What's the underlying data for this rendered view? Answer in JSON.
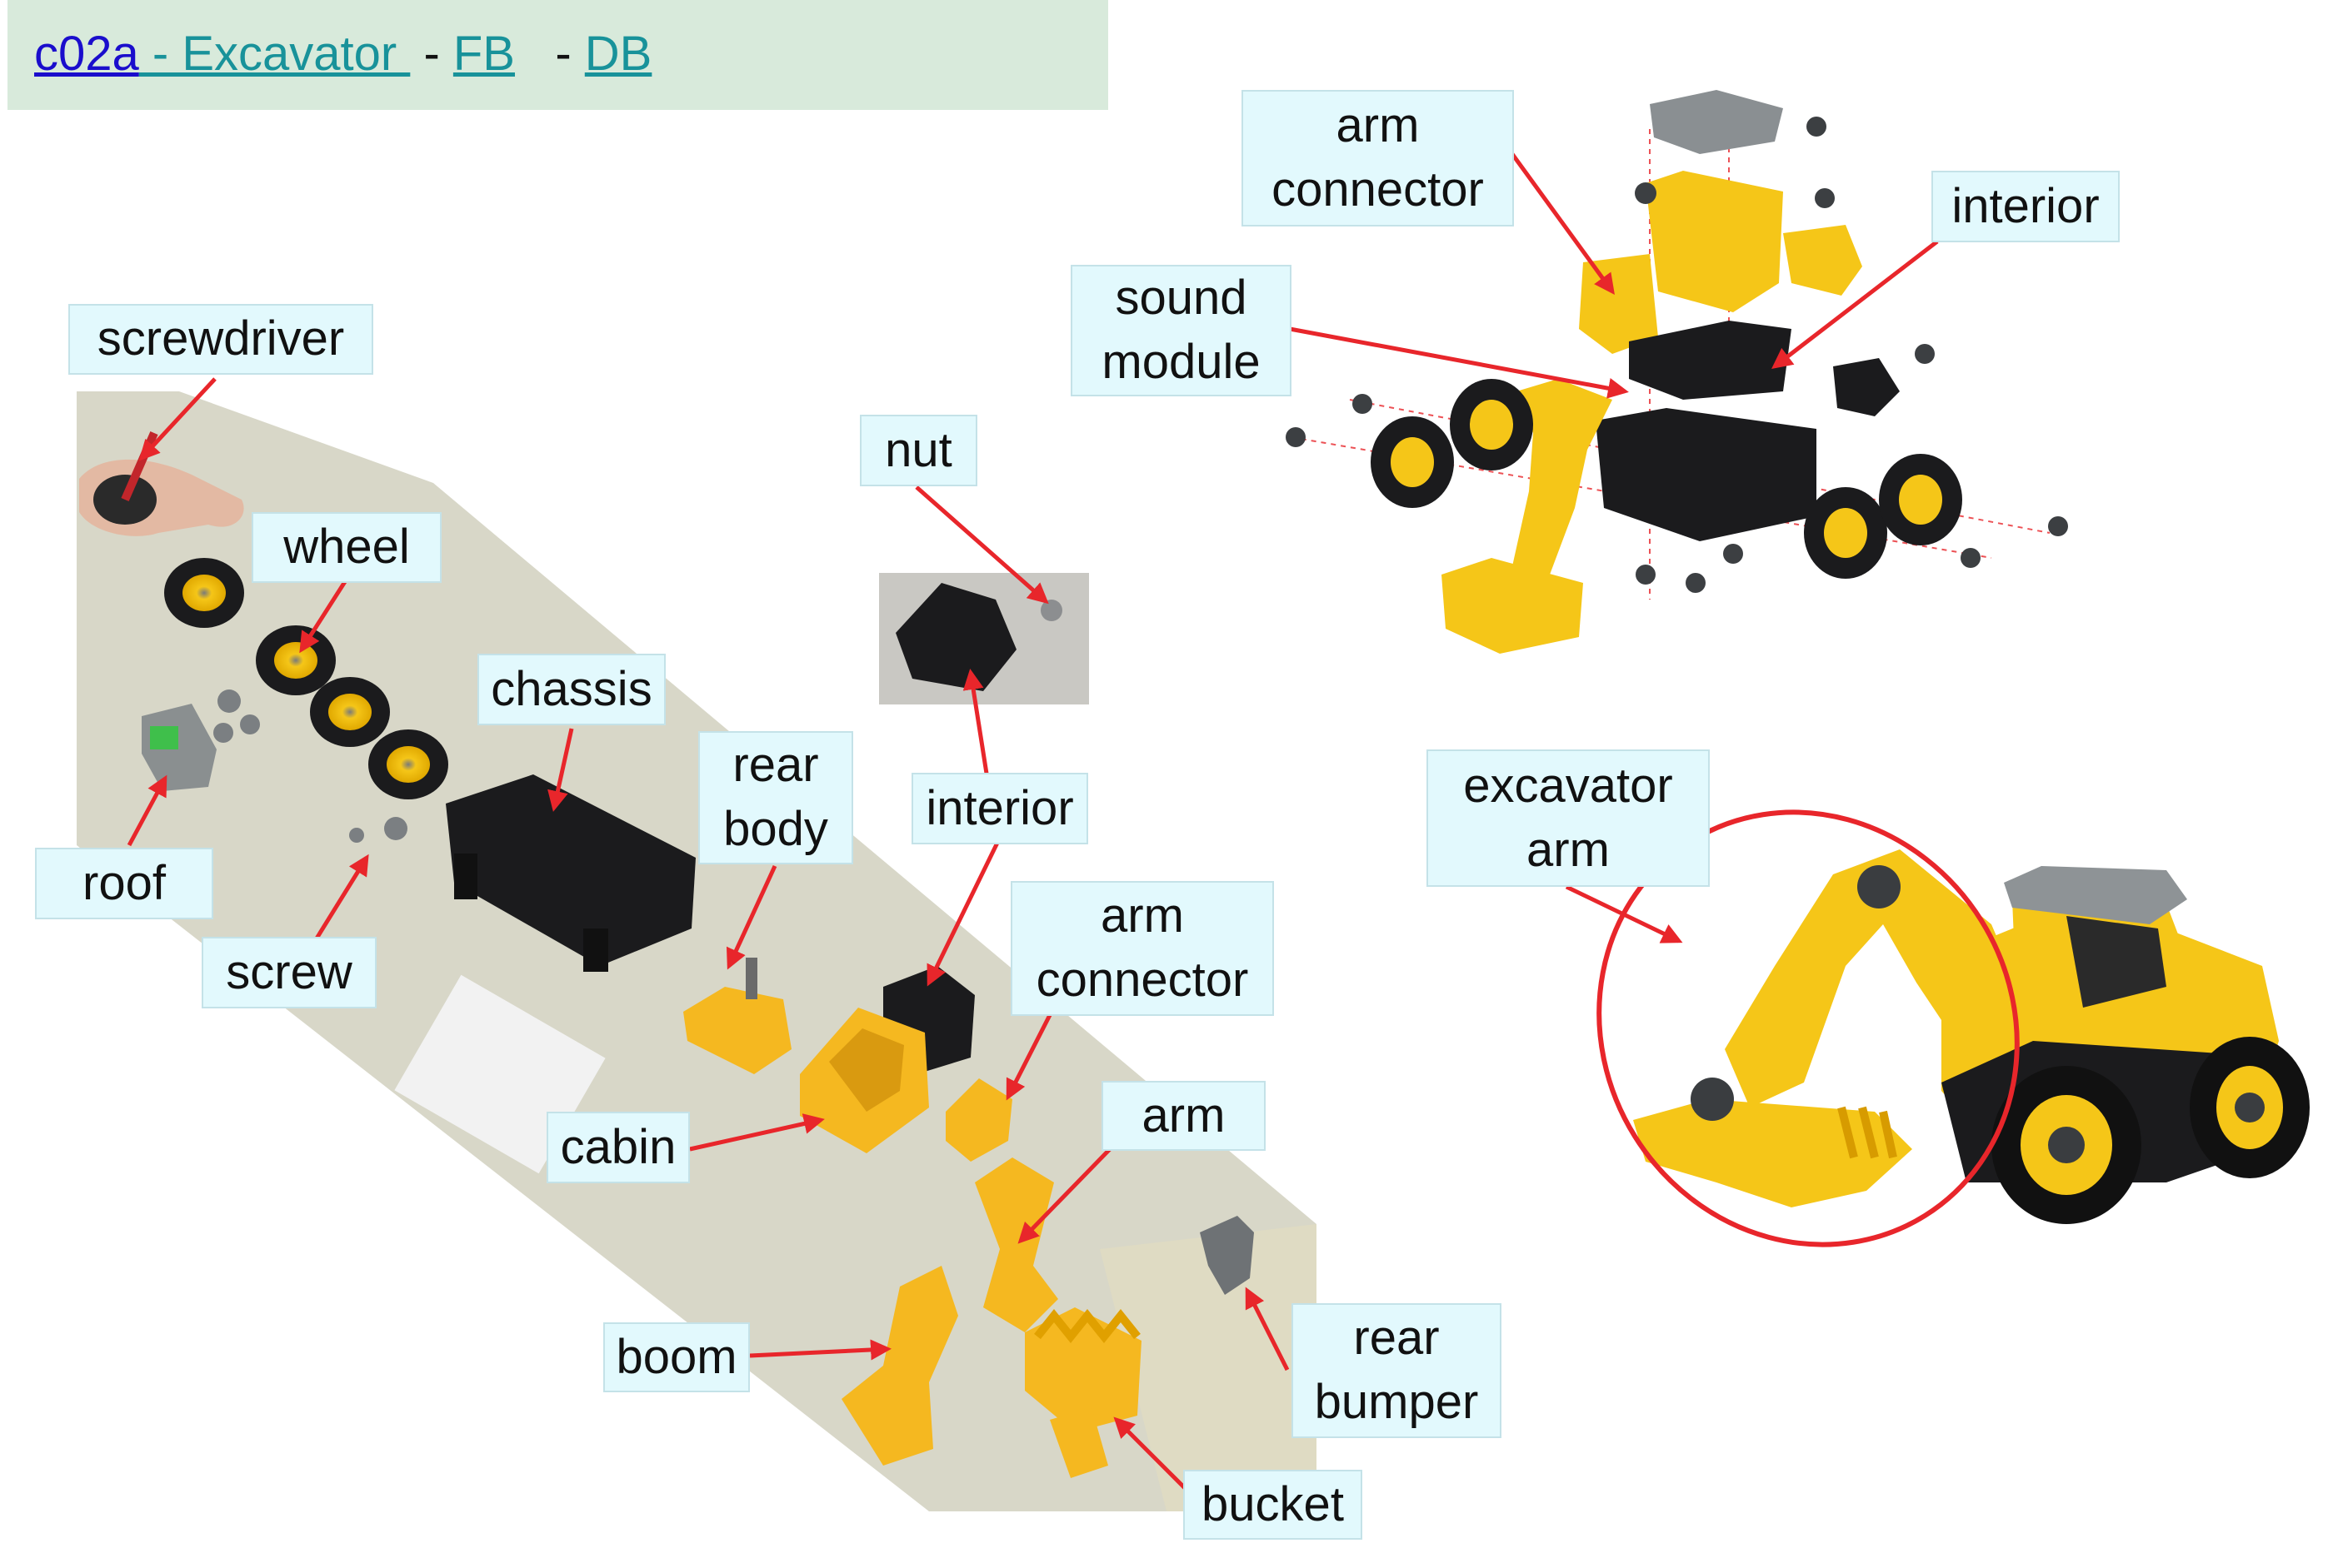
{
  "header": {
    "id_link": "c02a",
    "title_link": " - Excavator ",
    "sep1": " - ",
    "fb_link": "FB",
    "sep2": "   - ",
    "db_link": "DB"
  },
  "labels": {
    "screwdriver": "screwdriver",
    "wheel": "wheel",
    "roof": "roof",
    "screw": "screw",
    "chassis": "chassis",
    "rear_body": "rear\nbody",
    "nut": "nut",
    "interior_photo": "interior",
    "arm_connector_photo": "arm\nconnector",
    "cabin": "cabin",
    "arm": "arm",
    "boom": "boom",
    "rear_bumper": "rear\nbumper",
    "bucket": "bucket",
    "arm_connector_exploded": "arm\nconnector",
    "interior_exploded": "interior",
    "sound_module": "sound\nmodule",
    "excavator_arm": "excavator\narm"
  },
  "colors": {
    "label_bg": "#e2f9fd",
    "label_border": "#c4e2e8",
    "arrow": "#e8262b",
    "toy_yellow": "#f5c618",
    "part_black": "#1b1b1d",
    "header_bg": "#d8eadb",
    "link_id": "#1a0dcc",
    "link_teal": "#18929a"
  }
}
